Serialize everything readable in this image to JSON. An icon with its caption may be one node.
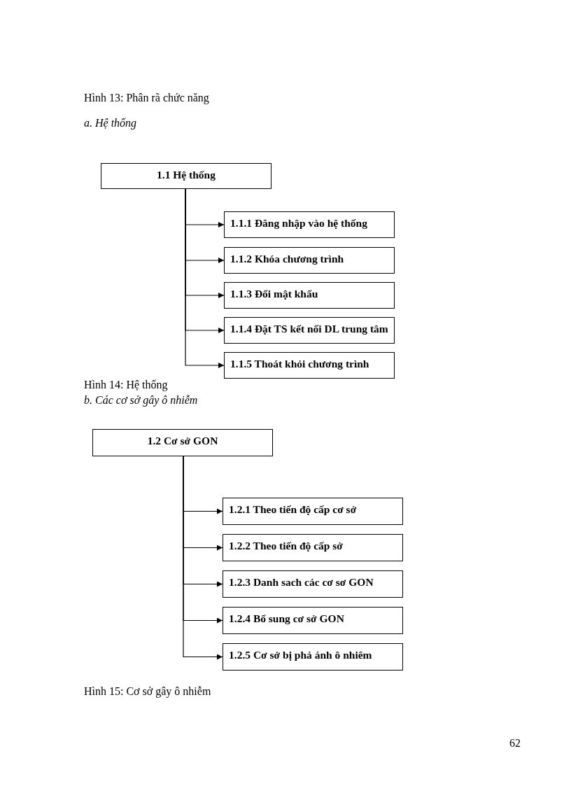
{
  "diagram": {
    "nodes": [
      {
        "text": [
          "1.1  Hệ thống"
        ]
      },
      {
        "text": [
          "1.1.1 Đăng nhập vào hệ thống"
        ]
      },
      {
        "text": [
          "1.1.2 Khóa  chương trình"
        ]
      },
      {
        "text": [
          "1.1.3 Đổi mật khẩu"
        ]
      },
      {
        "text": [
          "1.1.4 Đặt TS kết nối DL trung tâm"
        ]
      },
      {
        "text": [
          "1.1.5 Thoát khỏi chương trình"
        ]
      },
      {
        "text": [
          "1.2 Cơ sở GON"
        ]
      },
      {
        "text": [
          "1.2.1 Theo tiến độ cấp cơ sở"
        ]
      },
      {
        "text": [
          "1.2.2 Theo tiến độ cấp sở"
        ]
      },
      {
        "text": [
          "1.2.3 Danh sach các cơ sơ GON"
        ]
      },
      {
        "text": [
          "1.2.4 Bổ sung cơ sở GON"
        ]
      },
      {
        "text": [
          "1.2.5 Cơ sở bị phả ánh ô nhiêm"
        ]
      }
    ],
    "edges": [
      {
        "from": 0,
        "to": 1,
        "arrow": "to"
      },
      {
        "from": 0,
        "to": 2,
        "arrow": "to"
      },
      {
        "from": 0,
        "to": 3,
        "arrow": "to"
      },
      {
        "from": 0,
        "to": 4,
        "arrow": "to"
      },
      {
        "from": 0,
        "to": 5,
        "arrow": "to"
      },
      {
        "from": 6,
        "to": 7,
        "arrow": "to"
      },
      {
        "from": 6,
        "to": 8,
        "arrow": "to"
      },
      {
        "from": 6,
        "to": 9,
        "arrow": "to"
      },
      {
        "from": 6,
        "to": 10,
        "arrow": "to"
      },
      {
        "from": 6,
        "to": 11,
        "arrow": "to"
      }
    ],
    "labels": [
      "Hình 13: Phân rã chức năng",
      "a. Hệ thống",
      "Hình 14: Hệ thống",
      "b. Các cơ sở gây ô nhiễm",
      "Hình 15: Cơ sở gây ô nhiễm",
      "62"
    ]
  }
}
